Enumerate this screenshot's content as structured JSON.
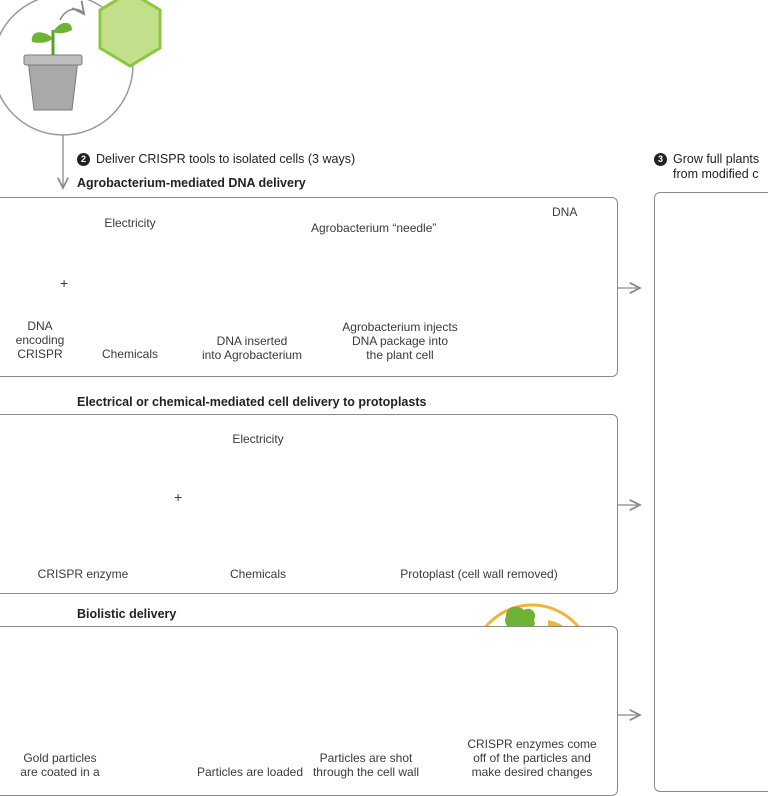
{
  "steps": {
    "step2": {
      "number": "2",
      "label": "Deliver CRISPR tools to isolated cells (3 ways)"
    },
    "step3": {
      "number": "3",
      "label_line1": "Grow full plants",
      "label_line2": "from modified c"
    }
  },
  "sections": {
    "agrobacterium": {
      "title": "Agrobacterium-mediated DNA delivery",
      "electricity": "Electricity",
      "chemicals": "Chemicals",
      "dna_label": [
        "DNA",
        "encoding",
        "CRISPR"
      ],
      "inserted": [
        "DNA inserted",
        "into Agrobacterium"
      ],
      "injects": [
        "Agrobacterium injects",
        "DNA package into",
        "the plant cell"
      ],
      "needle": "Agrobacterium “needle”",
      "dna_tag": "DNA",
      "plus": "+"
    },
    "protoplast": {
      "title": "Electrical or chemical-mediated cell delivery to protoplasts",
      "electricity": "Electricity",
      "chemicals": "Chemicals",
      "enzyme": "CRISPR enzyme",
      "protoplast": "Protoplast (cell wall removed)",
      "plus": "+"
    },
    "biolistic": {
      "title": "Biolistic delivery",
      "gold": [
        "Gold particles",
        "are coated in a"
      ],
      "loaded": [
        "Particles are loaded"
      ],
      "shot": [
        "Particles are shot",
        "through the cell wall"
      ],
      "enzymes": [
        "CRISPR enzymes come",
        "off of the particles and",
        "make desired changes"
      ]
    }
  },
  "colors": {
    "cell_green": "#8dc63f",
    "cell_light": "#d4e8a4",
    "blue": "#1c8ed8",
    "red": "#e8282b",
    "gold": "#f3b23a",
    "pot": "#8a8a8a",
    "soil": "#5a3b2a"
  }
}
